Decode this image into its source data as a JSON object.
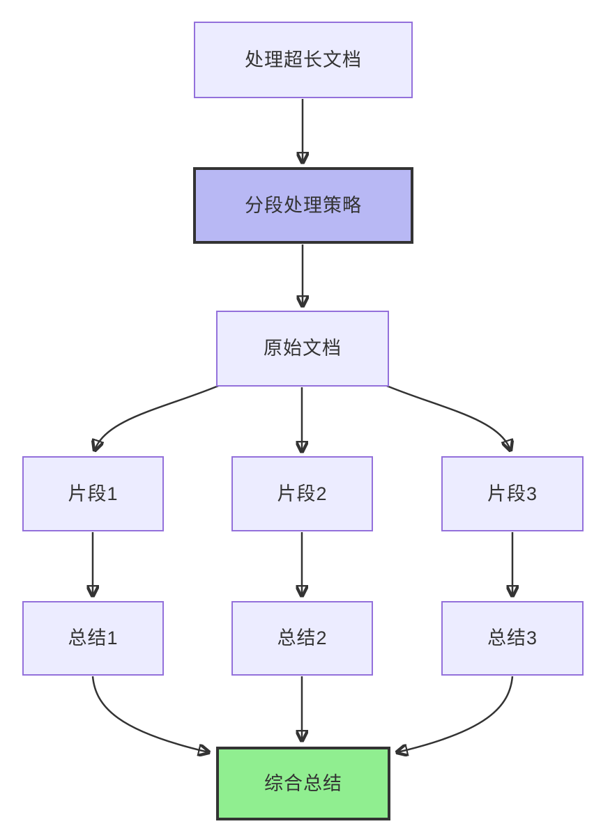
{
  "diagram": {
    "type": "flowchart",
    "direction": "top-down",
    "background_color": "#ffffff",
    "edge_color": "#333333",
    "text_color": "#333333",
    "nodes": [
      {
        "id": "A",
        "label": "处理超长文档",
        "fill": "#ECECFF",
        "border": "#9370DB",
        "thick_border": false
      },
      {
        "id": "B",
        "label": "分段处理策略",
        "fill": "#B8B8F4",
        "border": "#333333",
        "thick_border": true
      },
      {
        "id": "C",
        "label": "原始文档",
        "fill": "#ECECFF",
        "border": "#9370DB",
        "thick_border": false
      },
      {
        "id": "D1",
        "label": "片段1",
        "fill": "#ECECFF",
        "border": "#9370DB",
        "thick_border": false
      },
      {
        "id": "D2",
        "label": "片段2",
        "fill": "#ECECFF",
        "border": "#9370DB",
        "thick_border": false
      },
      {
        "id": "D3",
        "label": "片段3",
        "fill": "#ECECFF",
        "border": "#9370DB",
        "thick_border": false
      },
      {
        "id": "E1",
        "label": "总结1",
        "fill": "#ECECFF",
        "border": "#9370DB",
        "thick_border": false
      },
      {
        "id": "E2",
        "label": "总结2",
        "fill": "#ECECFF",
        "border": "#9370DB",
        "thick_border": false
      },
      {
        "id": "E3",
        "label": "总结3",
        "fill": "#ECECFF",
        "border": "#9370DB",
        "thick_border": false
      },
      {
        "id": "F",
        "label": "综合总结",
        "fill": "#90EE90",
        "border": "#333333",
        "thick_border": true
      }
    ],
    "edges": [
      {
        "from": "A",
        "to": "B"
      },
      {
        "from": "B",
        "to": "C"
      },
      {
        "from": "C",
        "to": "D1"
      },
      {
        "from": "C",
        "to": "D2"
      },
      {
        "from": "C",
        "to": "D3"
      },
      {
        "from": "D1",
        "to": "E1"
      },
      {
        "from": "D2",
        "to": "E2"
      },
      {
        "from": "D3",
        "to": "E3"
      },
      {
        "from": "E1",
        "to": "F"
      },
      {
        "from": "E2",
        "to": "F"
      },
      {
        "from": "E3",
        "to": "F"
      }
    ]
  }
}
